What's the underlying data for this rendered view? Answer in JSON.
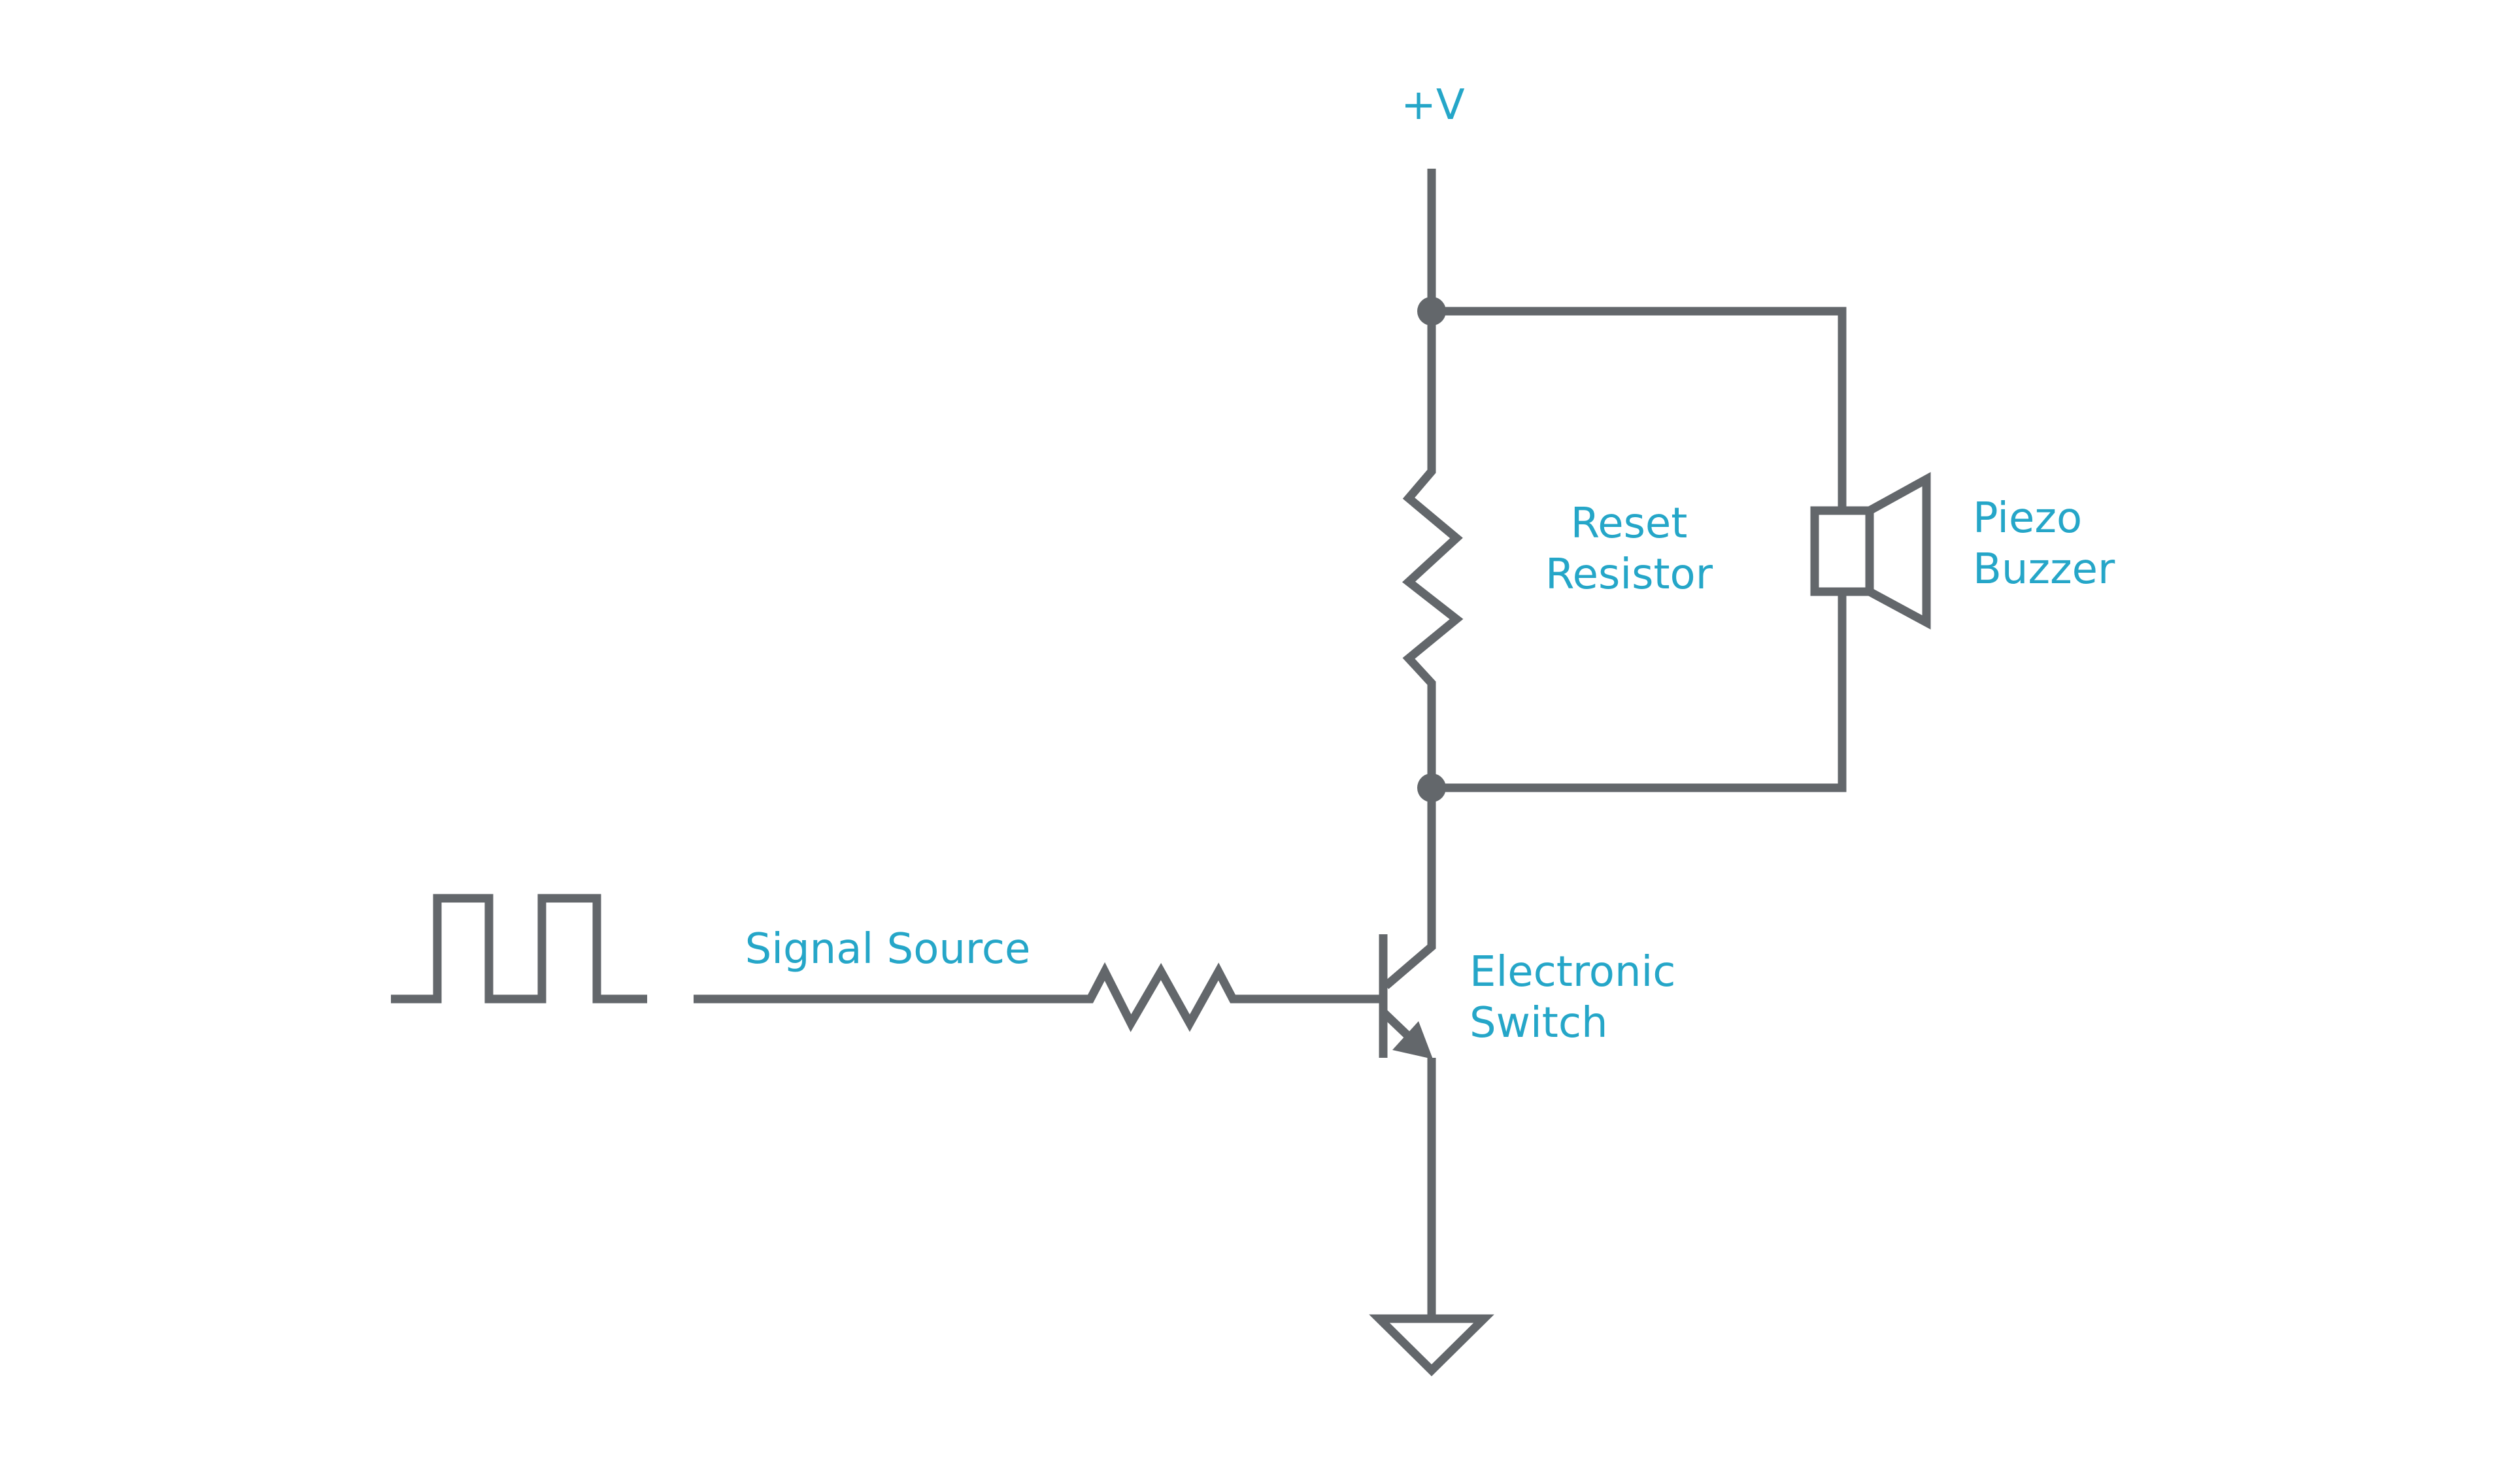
{
  "diagram": {
    "title": "Piezo buzzer driven by transistor switch",
    "colors": {
      "wire": "#63676b",
      "label": "#25a6c8",
      "background": "#ffffff"
    },
    "labels": {
      "supply": "+V",
      "signal_source": "Signal Source",
      "reset_resistor": [
        "Reset",
        "Resistor"
      ],
      "piezo_buzzer": [
        "Piezo",
        "Buzzer"
      ],
      "electronic_switch": [
        "Electronic",
        "Switch"
      ]
    },
    "components": [
      {
        "id": "supply",
        "type": "voltage-rail",
        "label": "+V"
      },
      {
        "id": "signal",
        "type": "square-wave-source",
        "label": "Signal Source",
        "pulses": 2
      },
      {
        "id": "base-resistor",
        "type": "resistor"
      },
      {
        "id": "reset-resistor",
        "type": "resistor",
        "label": "Reset Resistor"
      },
      {
        "id": "buzzer",
        "type": "piezo-buzzer",
        "label": "Piezo Buzzer"
      },
      {
        "id": "switch",
        "type": "npn-transistor",
        "label": "Electronic Switch"
      },
      {
        "id": "ground",
        "type": "ground"
      }
    ],
    "connections": [
      [
        "supply",
        "reset-resistor"
      ],
      [
        "supply",
        "buzzer"
      ],
      [
        "reset-resistor",
        "switch.collector"
      ],
      [
        "buzzer",
        "switch.collector"
      ],
      [
        "signal",
        "base-resistor"
      ],
      [
        "base-resistor",
        "switch.base"
      ],
      [
        "switch.emitter",
        "ground"
      ]
    ]
  }
}
